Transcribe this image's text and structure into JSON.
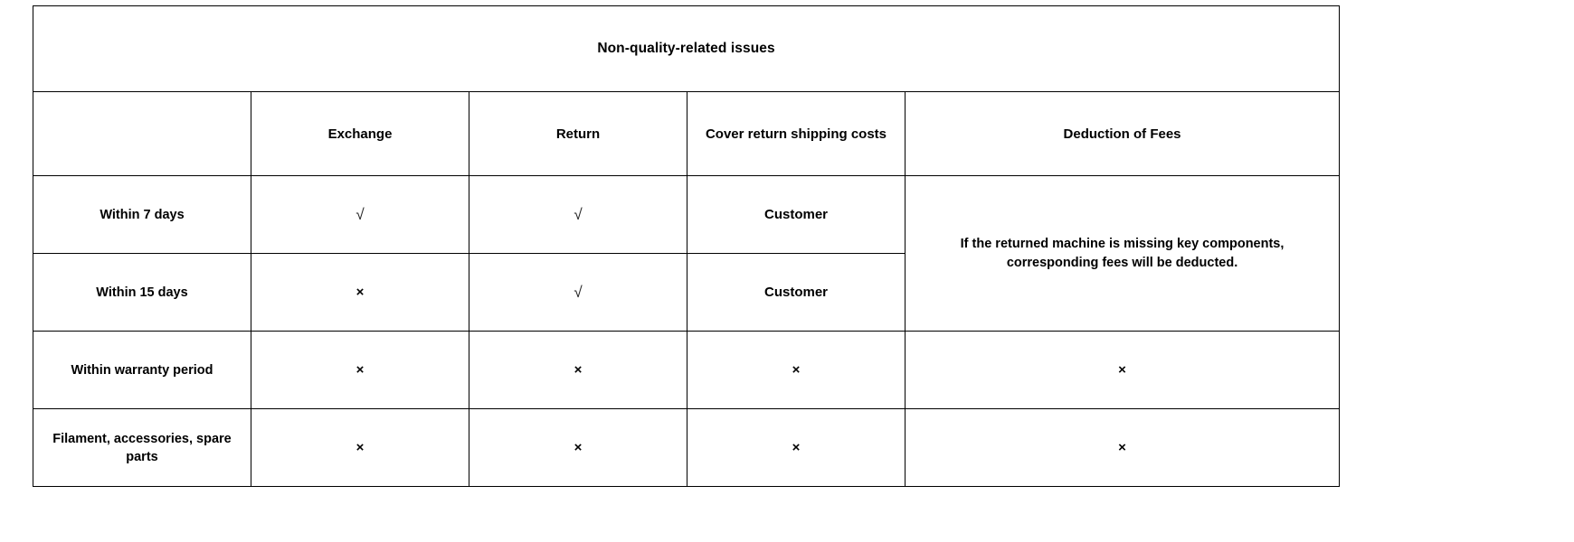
{
  "table": {
    "title": "Non-quality-related issues",
    "columns": [
      {
        "key": "label",
        "header": ""
      },
      {
        "key": "exchange",
        "header": "Exchange"
      },
      {
        "key": "return",
        "header": "Return"
      },
      {
        "key": "shipping",
        "header": "Cover return shipping costs"
      },
      {
        "key": "fees",
        "header": "Deduction of Fees"
      }
    ],
    "rows": [
      {
        "label": "Within 7 days",
        "exchange": "√",
        "return": "√",
        "shipping": "Customer"
      },
      {
        "label": "Within 15 days",
        "exchange": "×",
        "return": "√",
        "shipping": "Customer"
      },
      {
        "label": "Within warranty period",
        "exchange": "×",
        "return": "×",
        "shipping": "×",
        "fees": "×"
      },
      {
        "label": "Filament, accessories, spare parts",
        "exchange": "×",
        "return": "×",
        "shipping": "×",
        "fees": "×"
      }
    ],
    "merged_fees_note": "If the returned machine is missing key components, corresponding fees will be deducted."
  },
  "colors": {
    "border": "#000000",
    "text": "#000000",
    "background": "#ffffff",
    "check_mark": "#222222"
  }
}
